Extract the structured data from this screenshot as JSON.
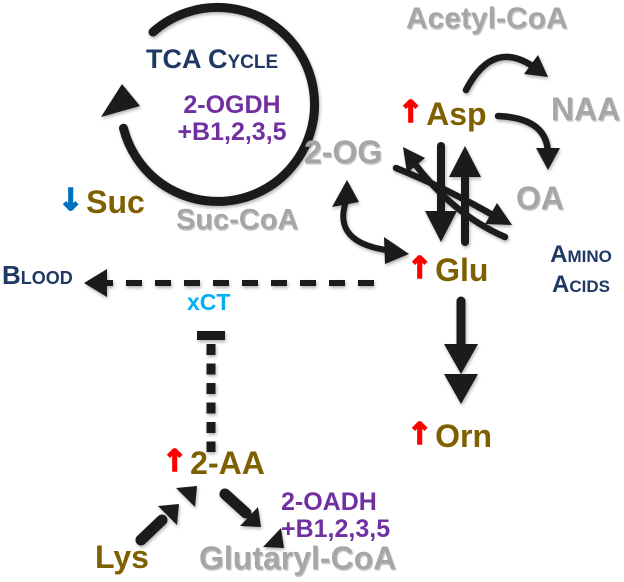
{
  "colors": {
    "navy": "#1F3864",
    "purple": "#7030A0",
    "gray": "#A6A6A6",
    "gold": "#7F6000",
    "red": "#FF0000",
    "blue": "#0070C0",
    "cyan": "#00B0F0",
    "arrow": "#1B1B1B",
    "background": "#FFFFFF"
  },
  "labels": {
    "tca_cycle": "TCA Cycle",
    "amino_acids_line1": "Amino",
    "amino_acids_line2": "Acids",
    "blood": "Blood",
    "xct": "xCT"
  },
  "nodes": {
    "acetyl_coa": "Acetyl-CoA",
    "naa": "NAA",
    "oa": "OA",
    "og": "2-OG",
    "suc_coa": "Suc-CoA",
    "suc": "Suc",
    "asp": "Asp",
    "glu": "Glu",
    "orn": "Orn",
    "aa2": "2-AA",
    "lys": "Lys",
    "glutaryl_coa": "Glutaryl-CoA"
  },
  "enzymes": {
    "ogdh_line1": "2-OGDH",
    "ogdh_line2": "+B1,2,3,5",
    "oadh_line1": "2-OADH",
    "oadh_line2": "+B1,2,3,5"
  },
  "indicators": {
    "increased": "↑",
    "decreased": "↓"
  }
}
